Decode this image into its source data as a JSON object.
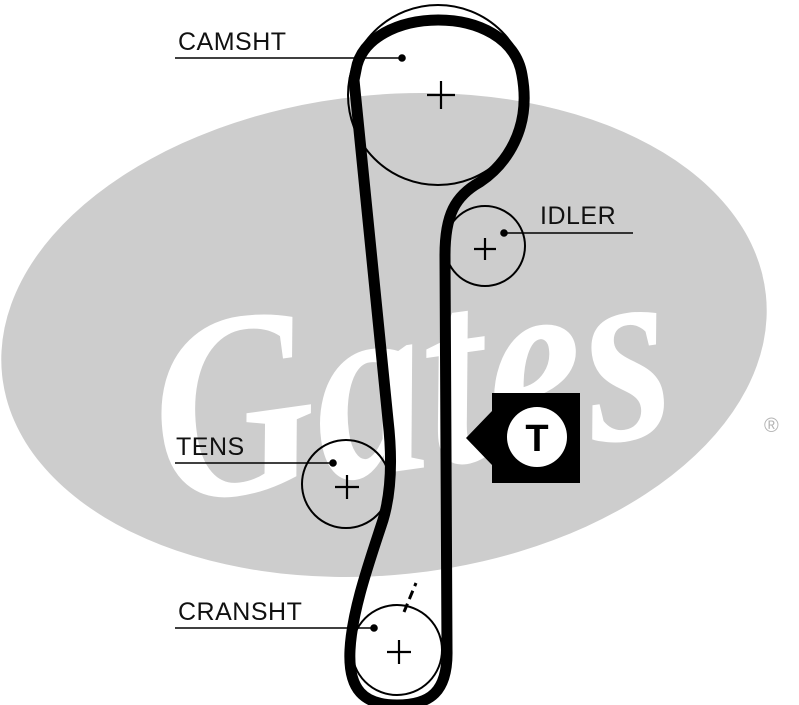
{
  "labels": {
    "camshaft": "CAMSHT",
    "idler": "IDLER",
    "tensioner": "TENS",
    "crankshaft": "CRANSHT"
  },
  "logo": {
    "text": "Gates",
    "registered_mark": "®",
    "color": "#cdcdcd"
  },
  "tensioner_badge": {
    "letter": "T"
  },
  "colors": {
    "belt": "#000000",
    "pulley": "#000000",
    "background": "#ffffff"
  }
}
